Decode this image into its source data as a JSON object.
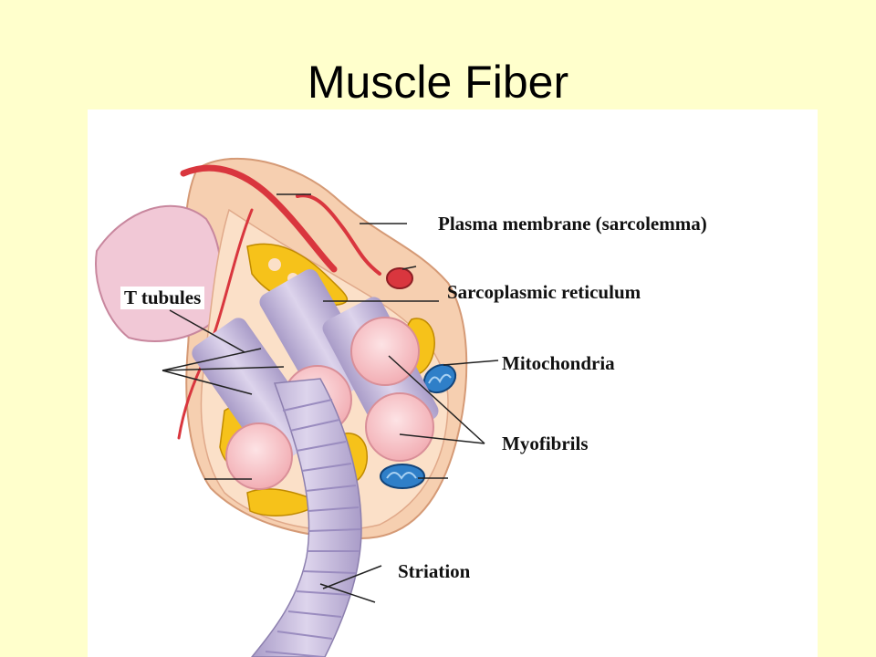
{
  "slide": {
    "title": "Muscle Fiber"
  },
  "diagram": {
    "labels": {
      "t_tubules": "T tubules",
      "plasma_membrane": "Plasma membrane (sarcolemma)",
      "sarcoplasmic_reticulum": "Sarcoplasmic reticulum",
      "mitochondria": "Mitochondria",
      "myofibrils": "Myofibrils",
      "striation": "Striation"
    },
    "colors": {
      "background": "#ffffcc",
      "membrane": "#f3c7a6",
      "vessel": "#d9363e",
      "reticulum": "#f6c21a",
      "mitochondria": "#2f7fc8",
      "myofibril_face": "#f6c0c4",
      "myofibril_tube": "#c8bcdc"
    }
  }
}
